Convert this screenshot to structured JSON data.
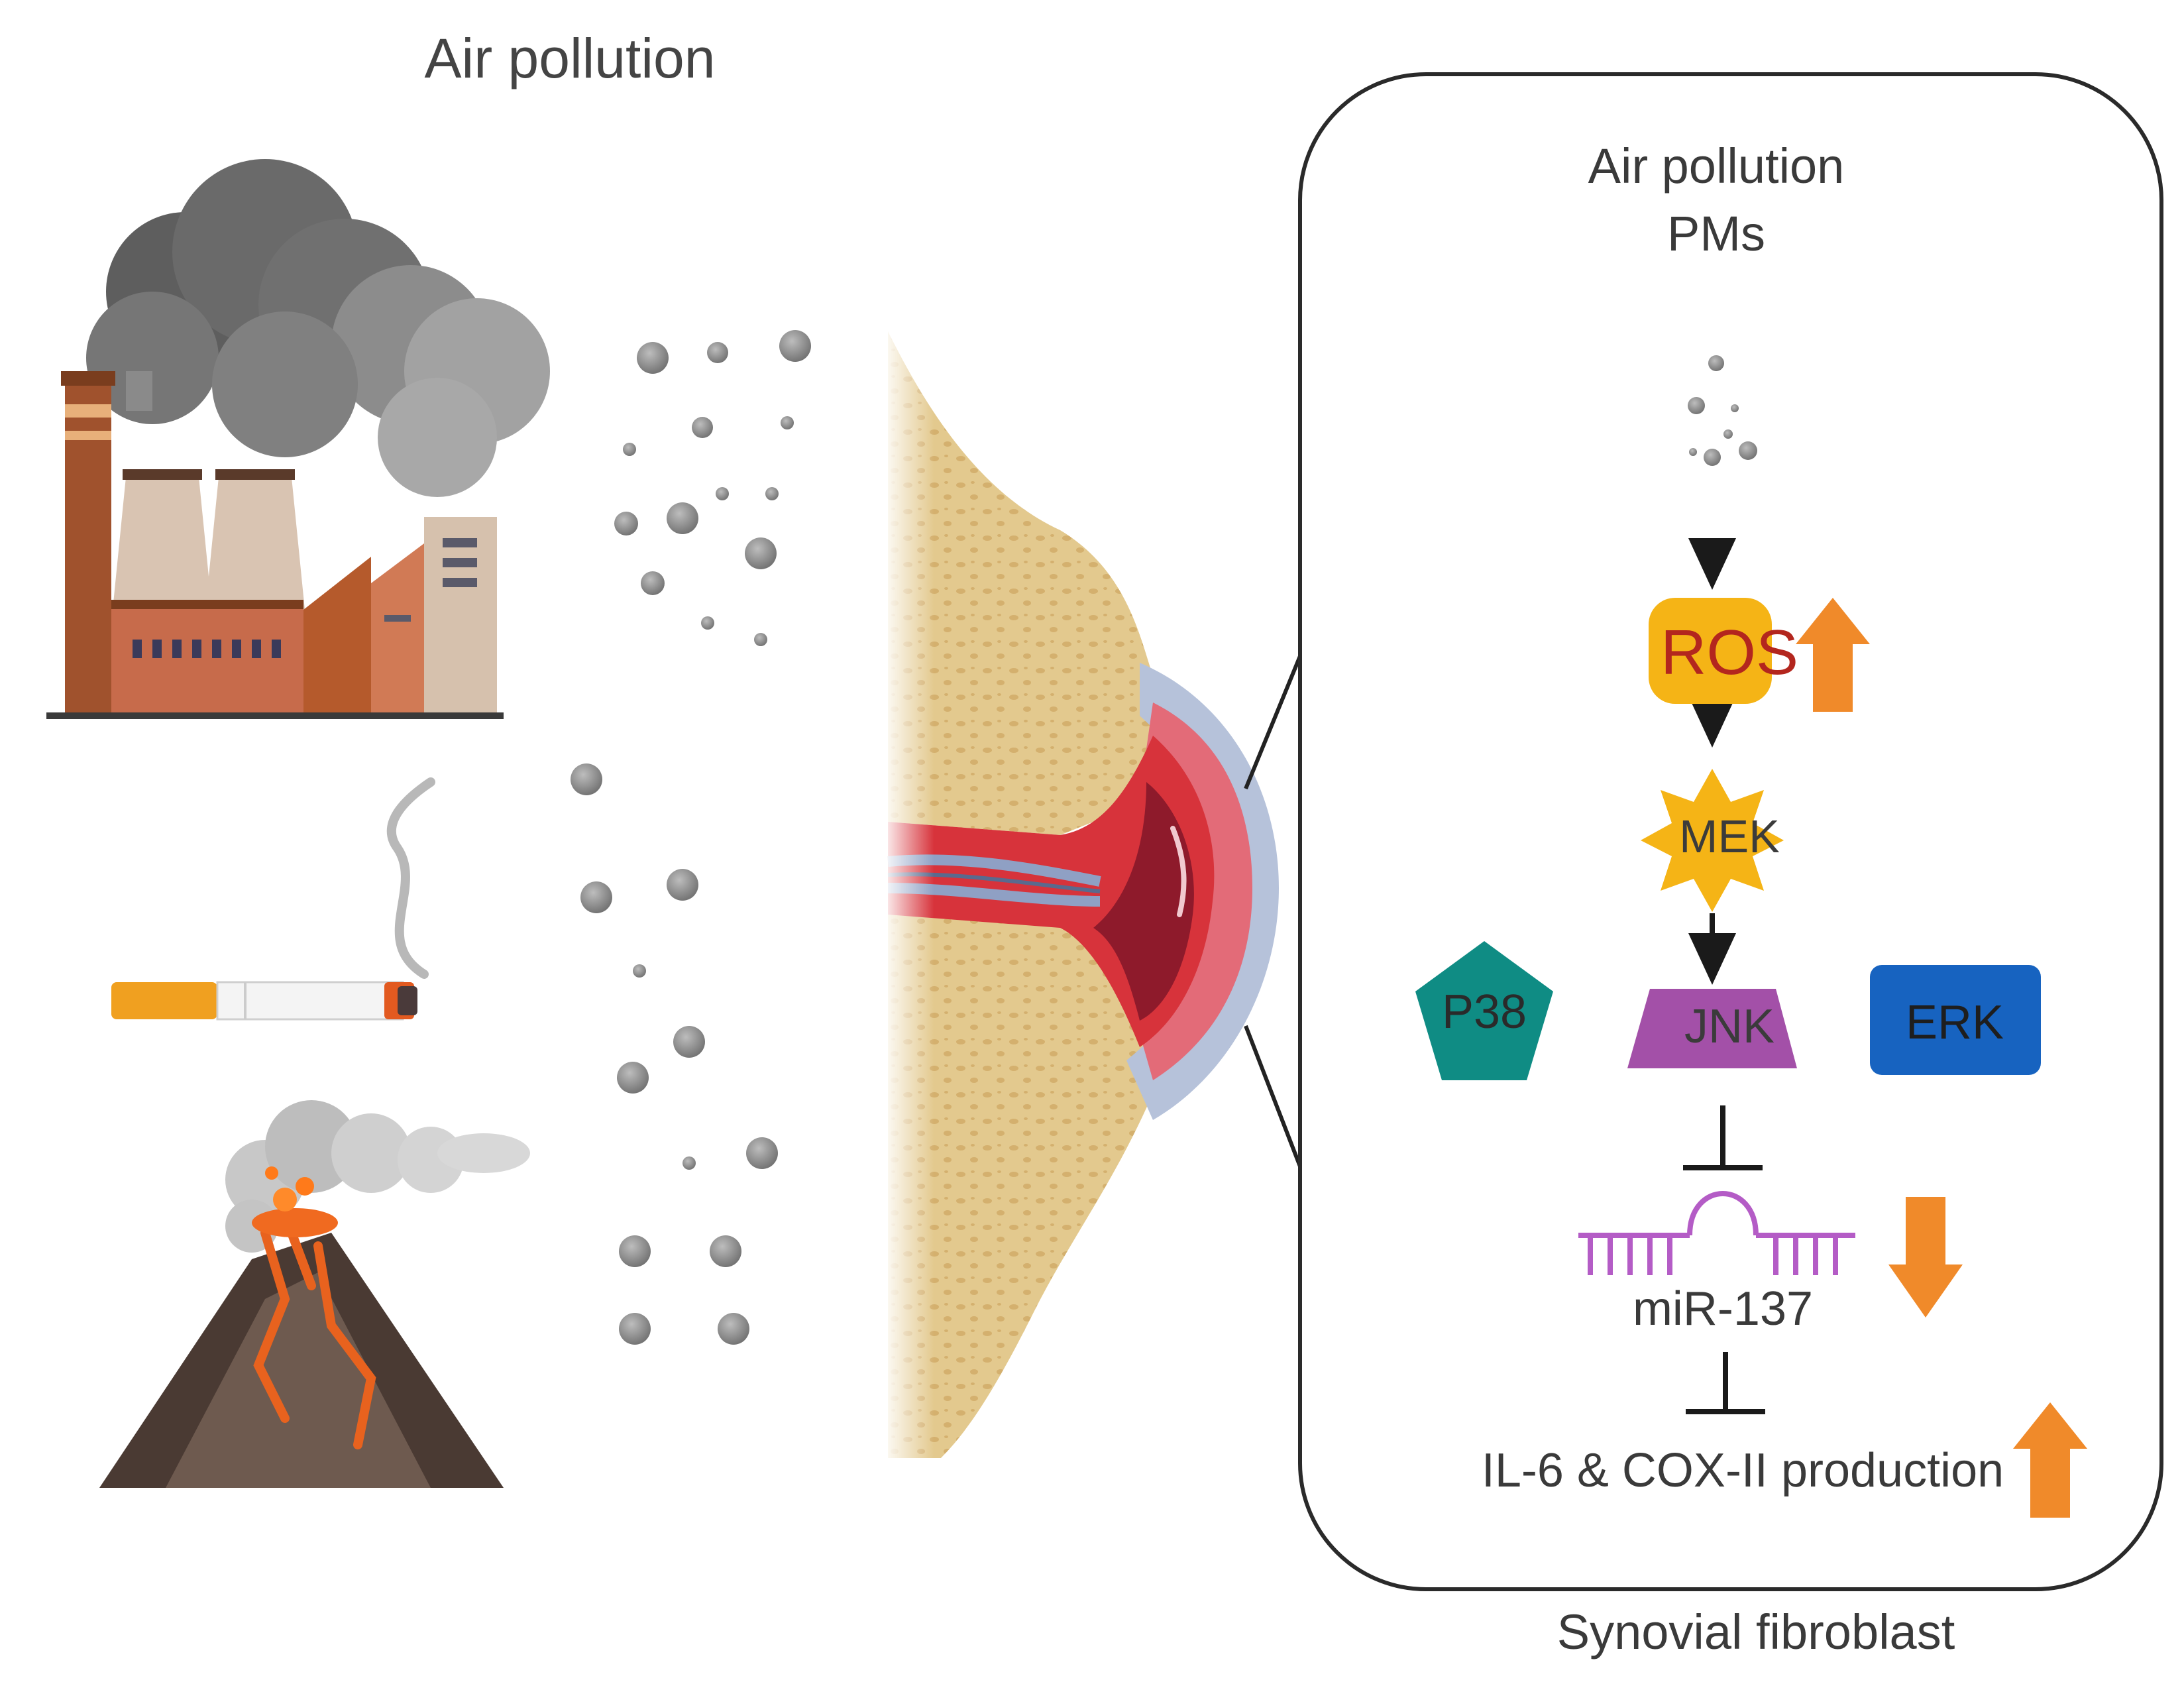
{
  "title": "Air pollution",
  "panel": {
    "title_line1": "Air pollution",
    "title_line2": "PMs",
    "caption": "Synovial fibroblast"
  },
  "pathway": {
    "ros": "ROS",
    "mek": "MEK",
    "jnk": "JNK",
    "p38": "P38",
    "erk": "ERK",
    "mirna": "miR-137",
    "outcome": "IL-6 & COX-II production"
  },
  "colors": {
    "ros": "#f5b416",
    "mek": "#f5b416",
    "jnk": "#a350a8",
    "p38": "#0f8c84",
    "erk": "#1763c0",
    "mirna": "#b45cc6",
    "arrow_orange": "#f08a2a",
    "particle": "#8a8a8a",
    "bone": "#ead3a2",
    "cartilage": "#aebad2",
    "synovium": "#e56b78"
  },
  "icons": [
    "factory-icon",
    "cigarette-icon",
    "volcano-icon",
    "pm-particles",
    "joint-illustration"
  ]
}
